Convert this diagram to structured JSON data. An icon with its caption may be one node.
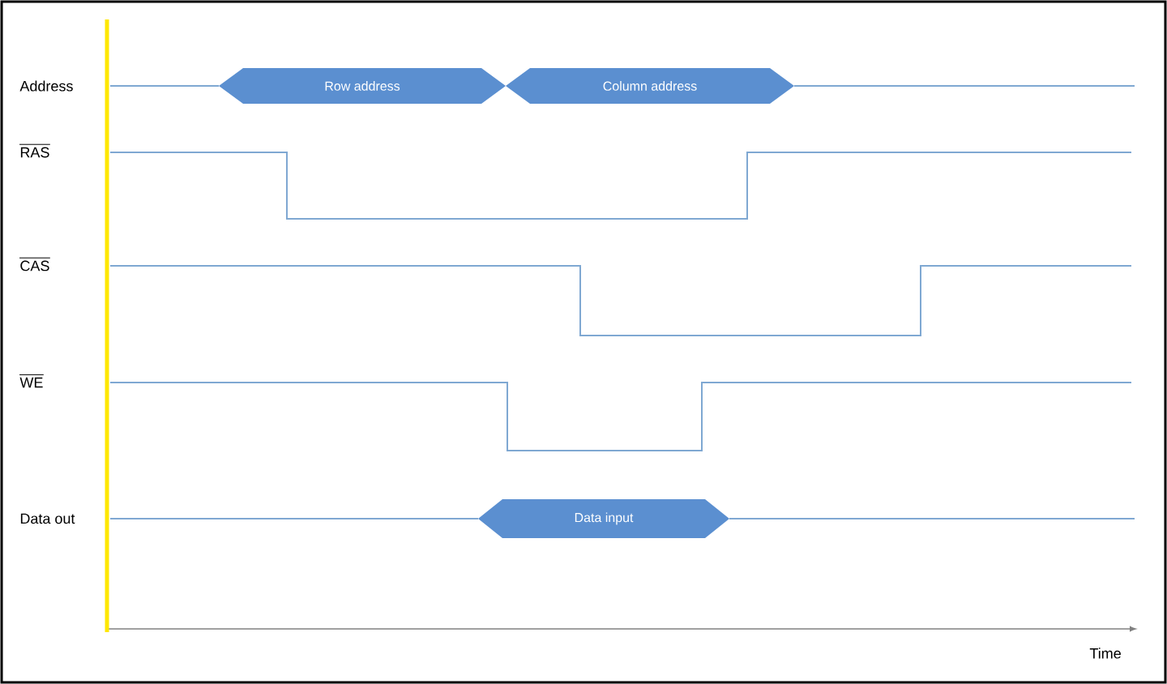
{
  "diagram": {
    "nodes": [
      {
        "text": [
          "Row address"
        ]
      },
      {
        "text": [
          "Column address"
        ]
      },
      {
        "text": [
          "Data input"
        ]
      }
    ],
    "labels": [
      "Address",
      "RAS",
      "CAS",
      "WE",
      "Data out",
      "Time"
    ]
  }
}
